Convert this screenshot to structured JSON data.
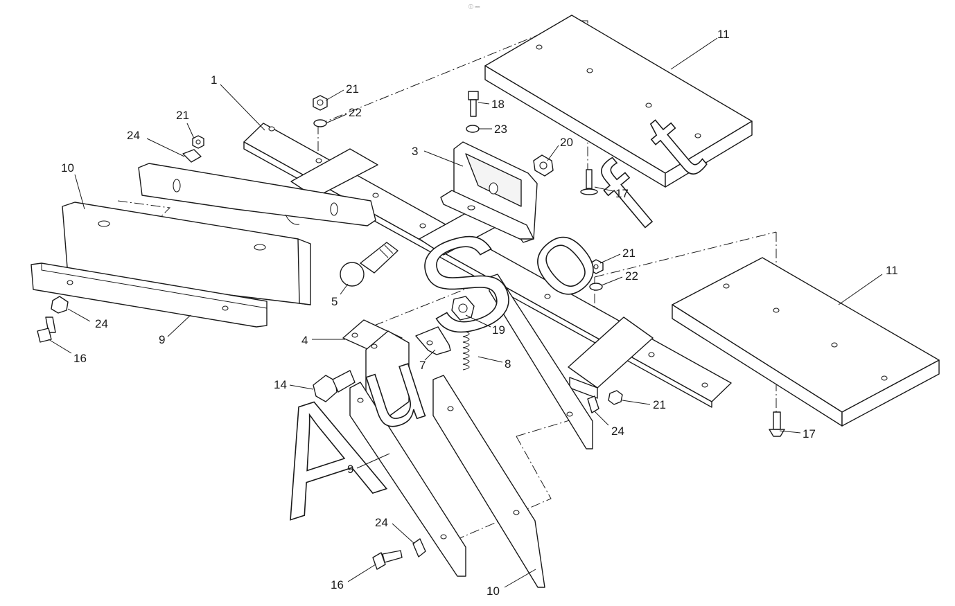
{
  "header_mark": "ⓘ ▫▫▫",
  "watermark": {
    "letter_a": "A",
    "letter_u": "u",
    "letter_s": "S",
    "letter_o": "o",
    "letter_f": "f",
    "letter_t": "t"
  },
  "callouts": {
    "c1": "1",
    "c3": "3",
    "c4": "4",
    "c5": "5",
    "c7": "7",
    "c8": "8",
    "c9_left": "9",
    "c9_bottom": "9",
    "c10_left": "10",
    "c10_bottom": "10",
    "c11_top": "11",
    "c11_right": "11",
    "c14": "14",
    "c16_left": "16",
    "c16_bottom": "16",
    "c17_top": "17",
    "c17_right": "17",
    "c18": "18",
    "c19": "19",
    "c20": "20",
    "c21_top": "21",
    "c21_left": "21",
    "c21_mid": "21",
    "c21_right": "21",
    "c22_top": "22",
    "c22_mid": "22",
    "c23": "23",
    "c24_left_top": "24",
    "c24_left_bottom": "24",
    "c24_right": "24",
    "c24_bottom": "24"
  }
}
